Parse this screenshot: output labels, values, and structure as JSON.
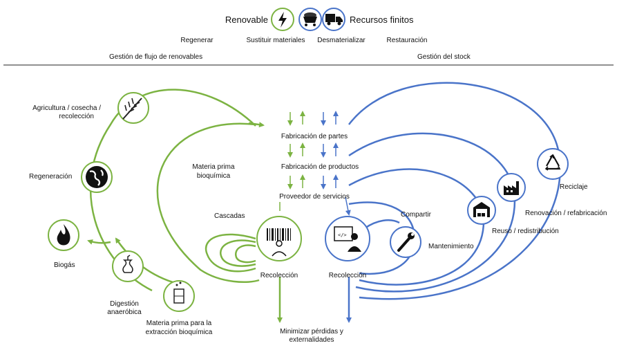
{
  "header": {
    "renewable_label": "Renovable",
    "finite_label": "Recursos finitos",
    "principles": [
      "Regenerar",
      "Sustituir materiales",
      "Desmaterializar",
      "Restauración"
    ],
    "left_section": "Gestión de flujo de renovables",
    "right_section": "Gestión del stock"
  },
  "left_cycle": {
    "agriculture": "Agricultura / cosecha / recolección",
    "agriculture_line1": "Agricultura / cosecha /",
    "agriculture_line2": "recolección",
    "regeneration": "Regeneración",
    "biogas": "Biogás",
    "digestion_line1": "Digestión",
    "digestion_line2": "anaeróbica",
    "feedstock_line1": "Materia prima para la",
    "feedstock_line2": "extracción bioquímica",
    "raw_material_line1": "Materia prima",
    "raw_material_line2": "bioquímica",
    "cascades": "Cascadas",
    "collection": "Recolección"
  },
  "center": {
    "parts": "Fabricación de partes",
    "products": "Fabricación de productos",
    "services": "Proveedor de servicios",
    "minimize_line1": "Minimizar pérdidas y",
    "minimize_line2": "externalidades"
  },
  "right_cycle": {
    "collection": "Recolección",
    "share": "Compartir",
    "maintenance": "Mantenimiento",
    "reuse": "Reuso / redistribución",
    "refurbish": "Renovación / refabricación",
    "recycle": "Reciclaje"
  },
  "colors": {
    "green": "#7cb342",
    "blue": "#4a74c9",
    "text": "#111111"
  },
  "icons": [
    "lightning-icon",
    "mining-cart-icon",
    "truck-icon",
    "wheat-icon",
    "globe-icon",
    "flame-icon",
    "apple-core-icon",
    "flask-icon",
    "barcode-scan-icon",
    "computer-user-icon",
    "wrench-icon",
    "warehouse-icon",
    "factory-icon",
    "recycle-icon"
  ]
}
